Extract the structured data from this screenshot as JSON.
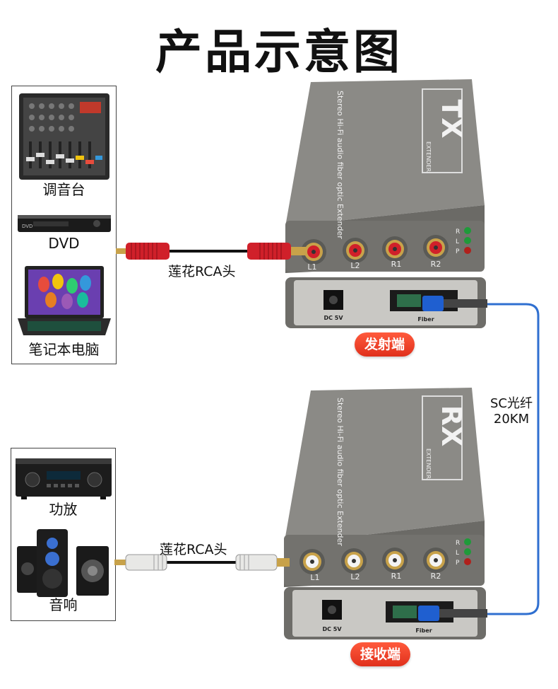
{
  "title": "产品示意图",
  "tx": {
    "badge": "发射端",
    "model": "TX",
    "model_sub": "EXTENDER",
    "side_text": "Stereo Hi-Fi audio fiber optic Extender",
    "ports": [
      "L1",
      "L2",
      "R1",
      "R2"
    ],
    "leds": [
      "R",
      "L",
      "P"
    ],
    "power_label": "DC 5V",
    "fiber_label": "Fiber",
    "sources": [
      "调音台",
      "DVD",
      "笔记本电脑"
    ],
    "dvd_text": "DVD",
    "cable_label": "莲花RCA头"
  },
  "rx": {
    "badge": "接收端",
    "model": "RX",
    "model_sub": "EXTENDER",
    "side_text": "Stereo Hi-Fi audio fiber optic Extender",
    "ports": [
      "L1",
      "L2",
      "R1",
      "R2"
    ],
    "leds": [
      "R",
      "L",
      "P"
    ],
    "power_label": "DC 5V",
    "fiber_label": "Fiber",
    "sinks": [
      "功放",
      "音响"
    ],
    "cable_label": "莲花RCA头"
  },
  "fiber_link": {
    "line1": "SC光纤",
    "line2": "20KM",
    "color": "#2f6fd0"
  },
  "colors": {
    "badge": "#f03a22",
    "device_body": "#7a7a76",
    "rca_red": "#d0202a"
  }
}
